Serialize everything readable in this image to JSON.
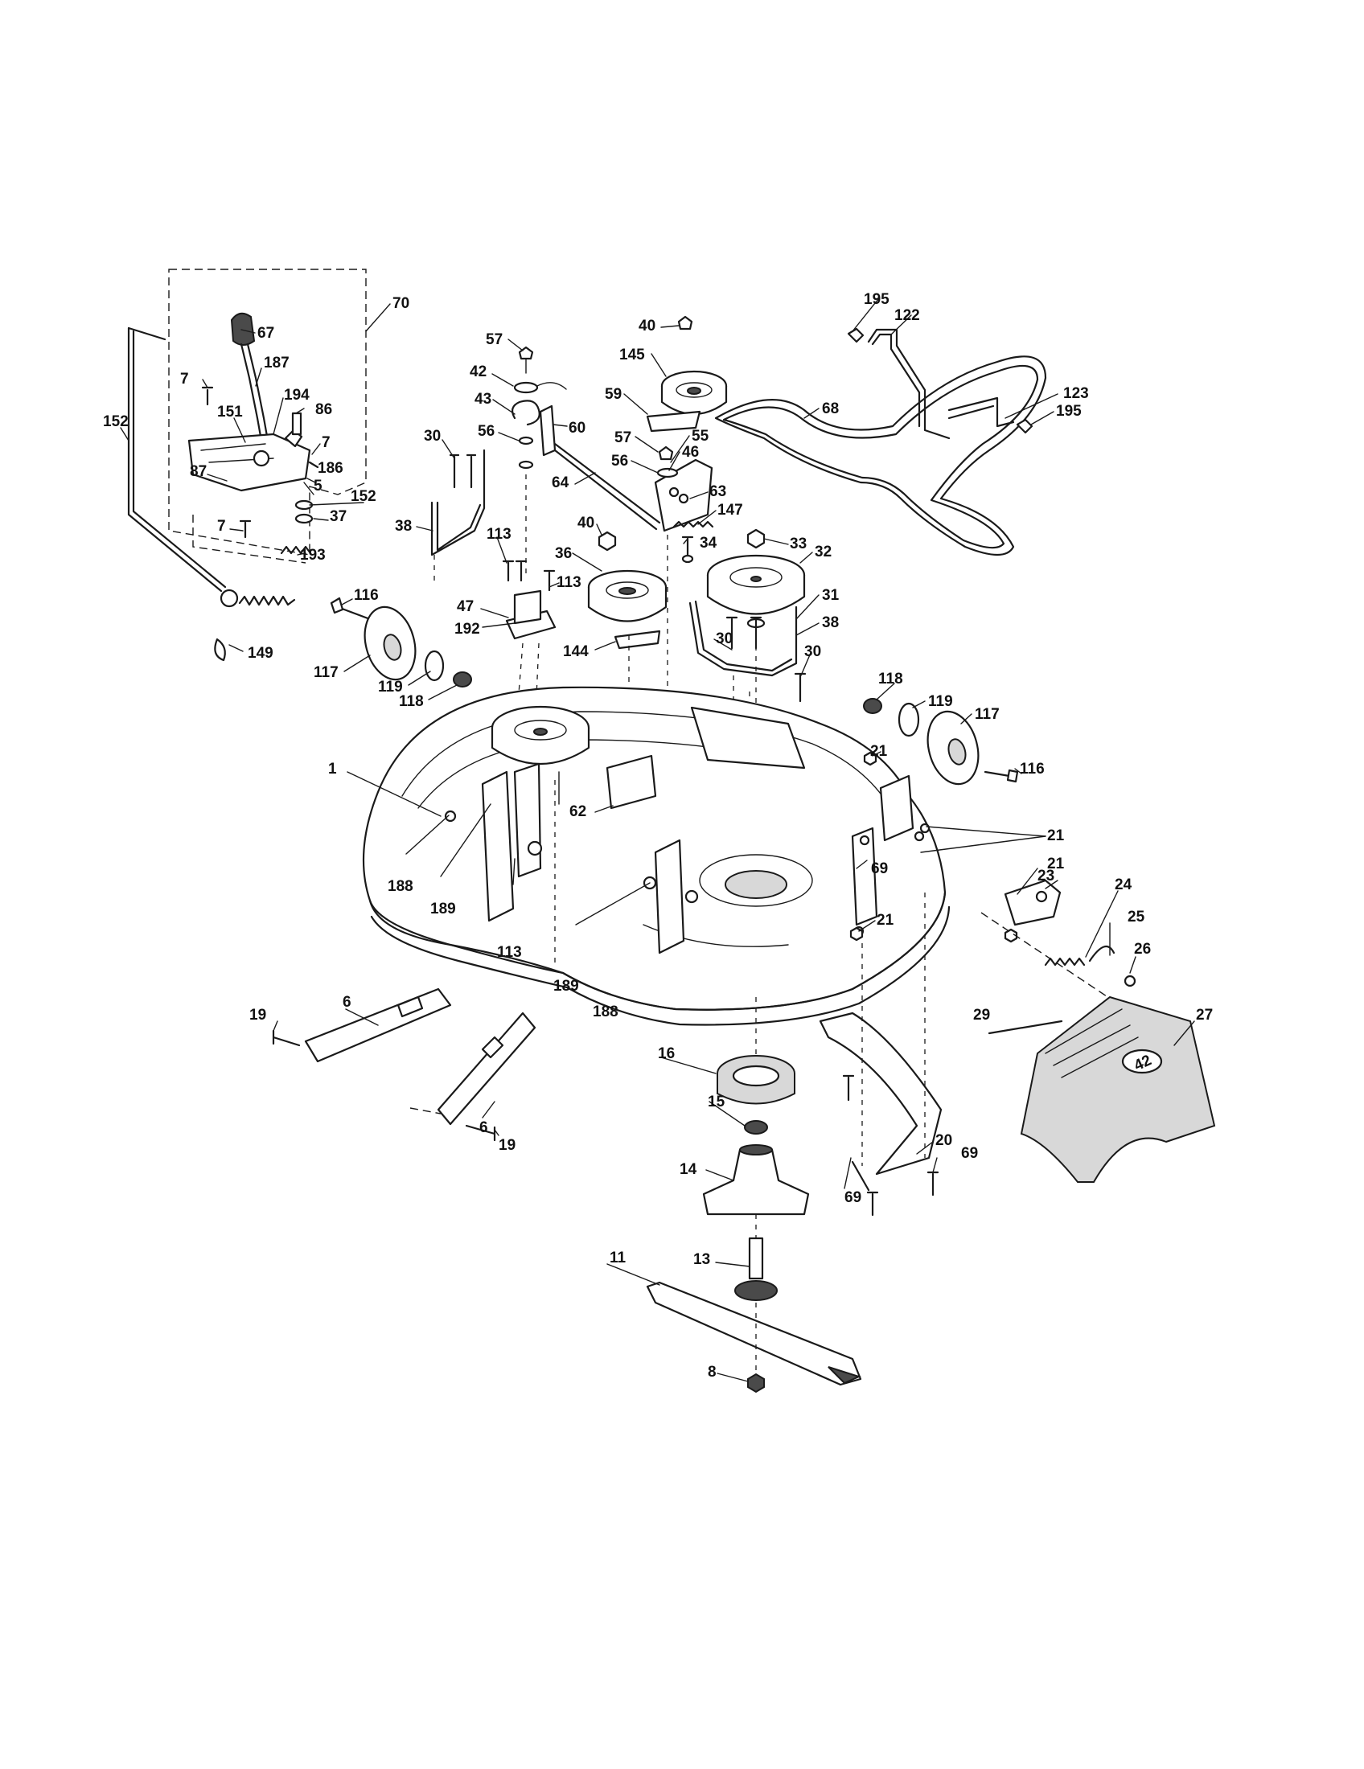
{
  "callouts": [
    {
      "id": "c67",
      "text": "67"
    },
    {
      "id": "c70",
      "text": "70"
    },
    {
      "id": "c187",
      "text": "187"
    },
    {
      "id": "c7a",
      "text": "7"
    },
    {
      "id": "c194",
      "text": "194"
    },
    {
      "id": "c86",
      "text": "86"
    },
    {
      "id": "c151",
      "text": "151"
    },
    {
      "id": "c152a",
      "text": "152"
    },
    {
      "id": "c7b",
      "text": "7"
    },
    {
      "id": "c87",
      "text": "87"
    },
    {
      "id": "c186",
      "text": "186"
    },
    {
      "id": "c5",
      "text": "5"
    },
    {
      "id": "c152b",
      "text": "152"
    },
    {
      "id": "c37",
      "text": "37"
    },
    {
      "id": "c7c",
      "text": "7"
    },
    {
      "id": "c193",
      "text": "193"
    },
    {
      "id": "c149",
      "text": "149"
    },
    {
      "id": "c116a",
      "text": "116"
    },
    {
      "id": "c117a",
      "text": "117"
    },
    {
      "id": "c119a",
      "text": "119"
    },
    {
      "id": "c118a",
      "text": "118"
    },
    {
      "id": "c57a",
      "text": "57"
    },
    {
      "id": "c42",
      "text": "42"
    },
    {
      "id": "c43",
      "text": "43"
    },
    {
      "id": "c56a",
      "text": "56"
    },
    {
      "id": "c60",
      "text": "60"
    },
    {
      "id": "c30a",
      "text": "30"
    },
    {
      "id": "c64",
      "text": "64"
    },
    {
      "id": "c38a",
      "text": "38"
    },
    {
      "id": "c113a",
      "text": "113"
    },
    {
      "id": "c113b",
      "text": "113"
    },
    {
      "id": "c47",
      "text": "47"
    },
    {
      "id": "c192",
      "text": "192"
    },
    {
      "id": "c40a",
      "text": "40"
    },
    {
      "id": "c145",
      "text": "145"
    },
    {
      "id": "c59",
      "text": "59"
    },
    {
      "id": "c57b",
      "text": "57"
    },
    {
      "id": "c55",
      "text": "55"
    },
    {
      "id": "c56b",
      "text": "56"
    },
    {
      "id": "c46",
      "text": "46"
    },
    {
      "id": "c63",
      "text": "63"
    },
    {
      "id": "c147",
      "text": "147"
    },
    {
      "id": "c40b",
      "text": "40"
    },
    {
      "id": "c34",
      "text": "34"
    },
    {
      "id": "c36",
      "text": "36"
    },
    {
      "id": "c144",
      "text": "144"
    },
    {
      "id": "c33",
      "text": "33"
    },
    {
      "id": "c32",
      "text": "32"
    },
    {
      "id": "c31",
      "text": "31"
    },
    {
      "id": "c38b",
      "text": "38"
    },
    {
      "id": "c30b",
      "text": "30"
    },
    {
      "id": "c30c",
      "text": "30"
    },
    {
      "id": "c195a",
      "text": "195"
    },
    {
      "id": "c122",
      "text": "122"
    },
    {
      "id": "c68",
      "text": "68"
    },
    {
      "id": "c123",
      "text": "123"
    },
    {
      "id": "c195b",
      "text": "195"
    },
    {
      "id": "c118b",
      "text": "118"
    },
    {
      "id": "c119b",
      "text": "119"
    },
    {
      "id": "c117b",
      "text": "117"
    },
    {
      "id": "c21a",
      "text": "21"
    },
    {
      "id": "c116b",
      "text": "116"
    },
    {
      "id": "c1",
      "text": "1"
    },
    {
      "id": "c62",
      "text": "62"
    },
    {
      "id": "c188a",
      "text": "188"
    },
    {
      "id": "c189a",
      "text": "189"
    },
    {
      "id": "c113c",
      "text": "113"
    },
    {
      "id": "c189b",
      "text": "189"
    },
    {
      "id": "c188b",
      "text": "188"
    },
    {
      "id": "c69a",
      "text": "69"
    },
    {
      "id": "c21b",
      "text": "21"
    },
    {
      "id": "c21c",
      "text": "21"
    },
    {
      "id": "c21d",
      "text": "21"
    },
    {
      "id": "c23",
      "text": "23"
    },
    {
      "id": "c24",
      "text": "24"
    },
    {
      "id": "c25",
      "text": "25"
    },
    {
      "id": "c26",
      "text": "26"
    },
    {
      "id": "c27",
      "text": "27"
    },
    {
      "id": "c29",
      "text": "29"
    },
    {
      "id": "c19a",
      "text": "19"
    },
    {
      "id": "c6a",
      "text": "6"
    },
    {
      "id": "c6b",
      "text": "6"
    },
    {
      "id": "c19b",
      "text": "19"
    },
    {
      "id": "c16",
      "text": "16"
    },
    {
      "id": "c15",
      "text": "15"
    },
    {
      "id": "c14",
      "text": "14"
    },
    {
      "id": "c20",
      "text": "20"
    },
    {
      "id": "c69b",
      "text": "69"
    },
    {
      "id": "c69c",
      "text": "69"
    },
    {
      "id": "c13",
      "text": "13"
    },
    {
      "id": "c11",
      "text": "11"
    },
    {
      "id": "c8",
      "text": "8"
    }
  ],
  "deck_badge": "42"
}
